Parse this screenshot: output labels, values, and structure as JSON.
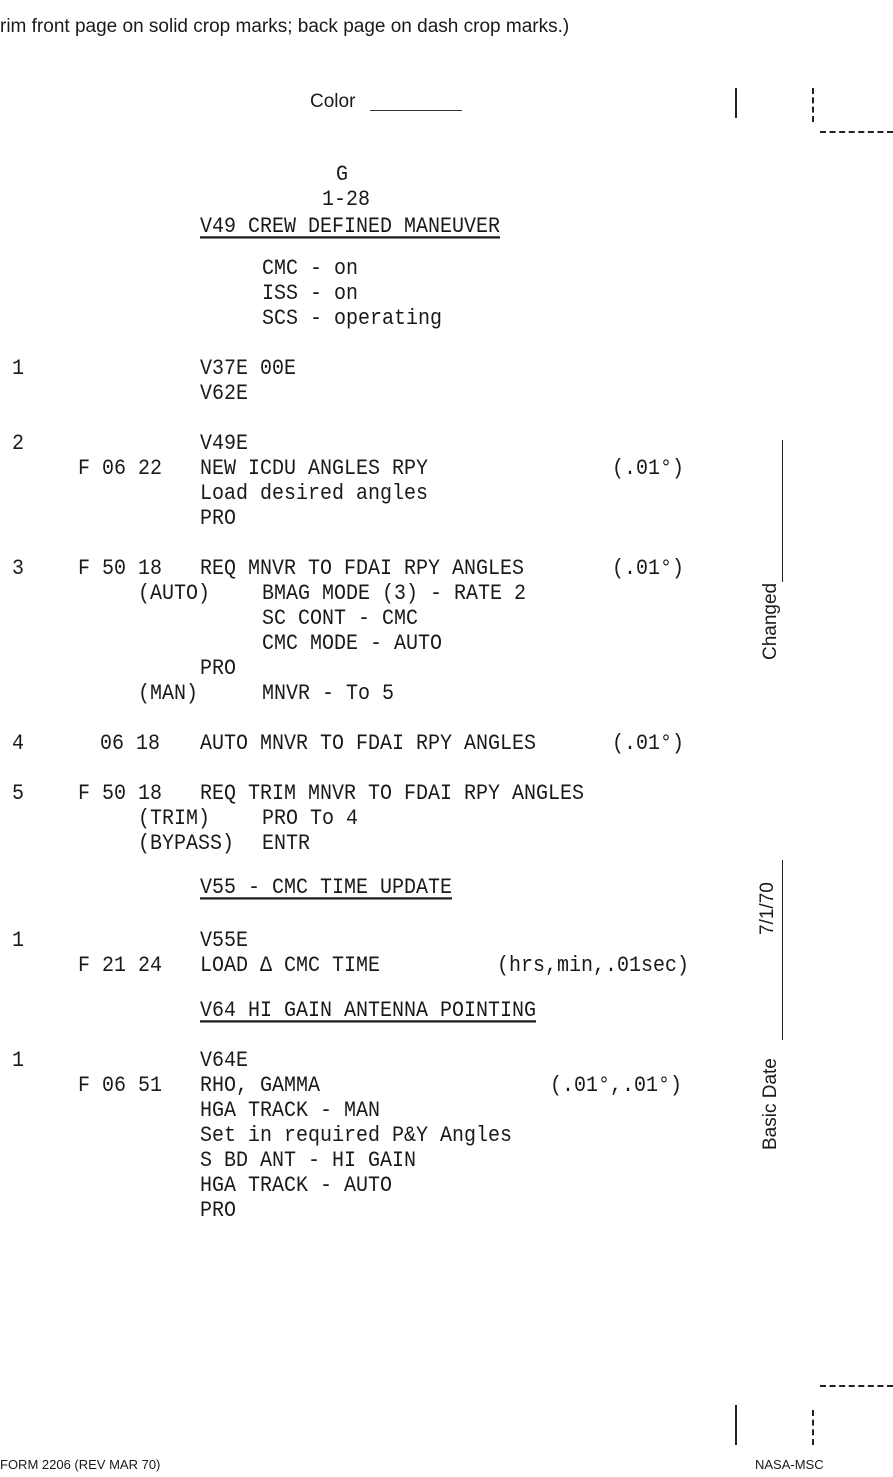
{
  "header_note": "rim front page on solid crop marks; back page on dash crop marks.)",
  "color_label": "Color",
  "section_letter": "G",
  "page_number": "1-28",
  "v49": {
    "title": "V49 CREW DEFINED MANEUVER",
    "conditions": [
      "CMC - on",
      "ISS - on",
      "SCS - operating"
    ],
    "step1": {
      "num": "1",
      "lines": [
        "V37E 00E",
        "V62E"
      ]
    },
    "step2": {
      "num": "2",
      "cmd": "V49E",
      "flag": "F 06 22",
      "desc": "NEW ICDU ANGLES RPY",
      "units": ".01°",
      "units_text": "(.01°)",
      "lines": [
        "Load desired angles",
        "PRO"
      ]
    },
    "step3": {
      "num": "3",
      "flag": "F 50 18",
      "desc": "REQ MNVR TO FDAI RPY ANGLES",
      "units_text": "(.01°)",
      "auto_label": "(AUTO)",
      "auto_lines": [
        "BMAG MODE (3) - RATE 2",
        "SC CONT - CMC",
        "CMC MODE - AUTO"
      ],
      "pro": "PRO",
      "man_label": "(MAN)",
      "man_line": "MNVR - To 5"
    },
    "step4": {
      "num": "4",
      "flag": "06 18",
      "desc": "AUTO MNVR TO FDAI RPY ANGLES",
      "units_text": "(.01°)"
    },
    "step5": {
      "num": "5",
      "flag": "F 50 18",
      "desc": "REQ TRIM MNVR TO FDAI RPY ANGLES",
      "trim_label": "(TRIM)",
      "trim_line": "PRO To 4",
      "bypass_label": "(BYPASS)",
      "bypass_line": "ENTR"
    }
  },
  "v55": {
    "title": "V55 - CMC TIME UPDATE",
    "step1": {
      "num": "1",
      "cmd": "V55E",
      "flag": "F 21 24",
      "desc": "LOAD Δ CMC TIME",
      "units_text": "(hrs,min,.01sec)"
    }
  },
  "v64": {
    "title": "V64 HI GAIN ANTENNA POINTING",
    "step1": {
      "num": "1",
      "cmd": "V64E",
      "flag": "F 06 51",
      "desc": "RHO, GAMMA",
      "units_text": "(.01°,.01°)",
      "lines": [
        "HGA TRACK - MAN",
        "Set in required P&Y Angles",
        "S BD ANT - HI GAIN",
        "HGA TRACK - AUTO",
        "PRO"
      ]
    }
  },
  "margin": {
    "changed_label": "Changed",
    "basic_date_label": "Basic Date",
    "basic_date": "7/1/70"
  },
  "footer": {
    "form": "FORM 2206 (REV MAR 70)",
    "org": "NASA-MSC"
  }
}
